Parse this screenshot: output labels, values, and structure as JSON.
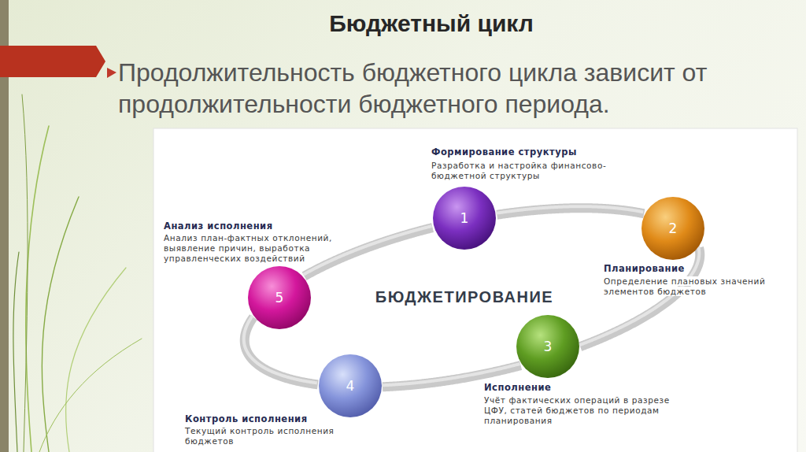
{
  "diagram": {
    "title": "Бюджетный цикл",
    "nodes": [
      {
        "text": [
          "1",
          "Формирование структуры",
          "Разработка и настройка финансово-бюджетной структуры"
        ]
      },
      {
        "text": [
          "2",
          "Планирование",
          "Определение плановых значений элементов бюджетов"
        ]
      },
      {
        "text": [
          "3",
          "Исполнение",
          "Учёт фактических операций в разрезе ЦФУ, статей бюджетов по периодам планирования"
        ]
      },
      {
        "text": [
          "4",
          "Контроль исполнения",
          "Текущий контроль исполнения бюджетов"
        ]
      },
      {
        "text": [
          "5",
          "Анализ исполнения",
          "Анализ план-фактных отклонений, выявление причин, выработка управленческих воздействий"
        ]
      }
    ],
    "edges": [
      {
        "from": 0,
        "to": 1,
        "arrow": "none"
      },
      {
        "from": 1,
        "to": 2,
        "arrow": "none"
      },
      {
        "from": 2,
        "to": 3,
        "arrow": "none"
      },
      {
        "from": 3,
        "to": 4,
        "arrow": "none"
      },
      {
        "from": 4,
        "to": 0,
        "arrow": "none"
      }
    ],
    "labels": [
      "Продолжительность бюджетного цикла зависит от продолжительности бюджетного периода.",
      "БЮДЖЕТИРОВАНИЕ"
    ]
  }
}
